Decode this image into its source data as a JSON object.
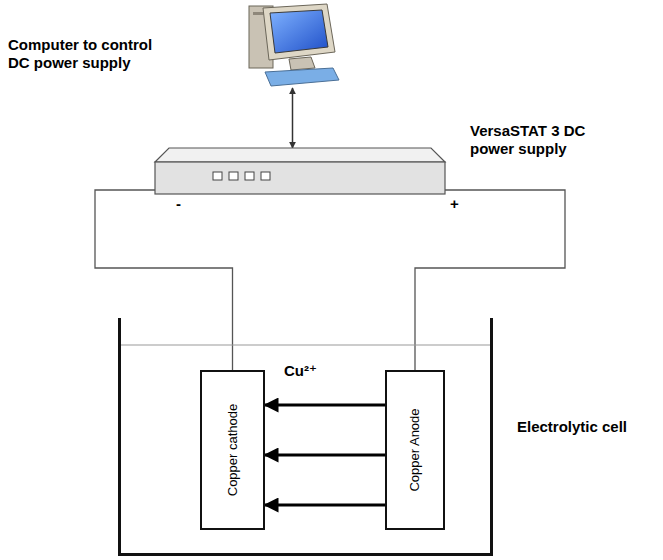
{
  "diagram": {
    "nodes": [
      {
        "text": [
          "Computer to control DC power supply"
        ]
      },
      {
        "text": [
          "VersaSTAT 3 DC power supply"
        ]
      },
      {
        "text": [
          "Electrolytic cell"
        ]
      },
      {
        "text": [
          "Copper cathode"
        ],
        "in": 2
      },
      {
        "text": [
          "Copper Anode"
        ],
        "in": 2
      }
    ],
    "edges": [
      {
        "from": 0,
        "to": 1,
        "arrow": "both"
      },
      {
        "from": 1,
        "to": 3,
        "arrow": "none"
      },
      {
        "from": 1,
        "to": 4,
        "arrow": "none"
      },
      {
        "from": 4,
        "to": 3,
        "arrow": "to"
      },
      {
        "from": 4,
        "to": 3,
        "arrow": "to"
      },
      {
        "from": 4,
        "to": 3,
        "arrow": "to"
      }
    ],
    "labels": [
      "-",
      "+",
      "Cu²⁺"
    ]
  }
}
